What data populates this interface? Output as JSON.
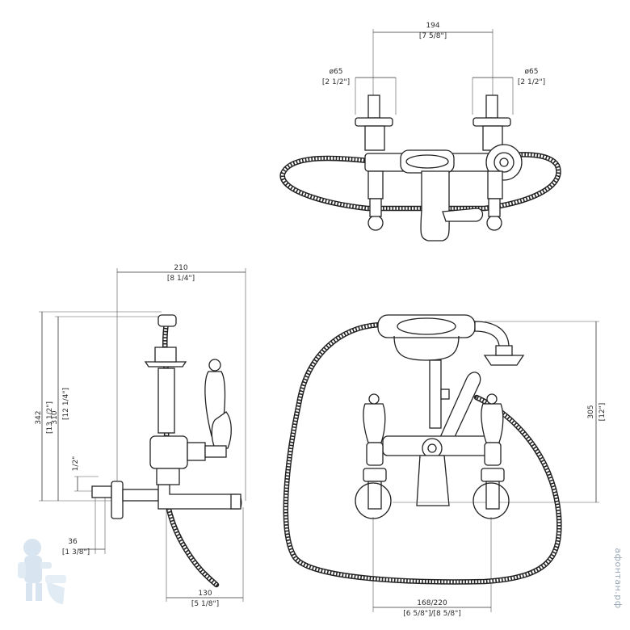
{
  "dimensions": {
    "top_width": {
      "mm": "194",
      "inch": "[7 5/8\"]"
    },
    "top_left_dia": {
      "mm": "ø65",
      "inch": "[2 1/2\"]"
    },
    "top_right_dia": {
      "mm": "ø65",
      "inch": "[2 1/2\"]"
    },
    "side_width": {
      "mm": "210",
      "inch": "[8 1/4\"]"
    },
    "side_height_total": {
      "mm": "342",
      "inch": "[13 1/2\"]"
    },
    "side_height_inner": {
      "mm": "310",
      "inch": "[12 1/4\"]"
    },
    "side_thread": {
      "label": "1/2\""
    },
    "side_depth": {
      "mm": "36",
      "inch": "[1 3/8\"]"
    },
    "side_spout": {
      "mm": "130",
      "inch": "[5 1/8\"]"
    },
    "front_height": {
      "mm": "305",
      "inch": "[12\"]"
    },
    "front_centers": {
      "mm": "168/220",
      "inch": "[6 5/8\"]/[8 5/8\"]"
    }
  },
  "watermark": "aфонтан.рф",
  "colors": {
    "line": "#222222",
    "dimension": "#333333",
    "mascot": "#b9cfe3"
  },
  "icons": {
    "mascot": "plumber-mascot-icon"
  }
}
